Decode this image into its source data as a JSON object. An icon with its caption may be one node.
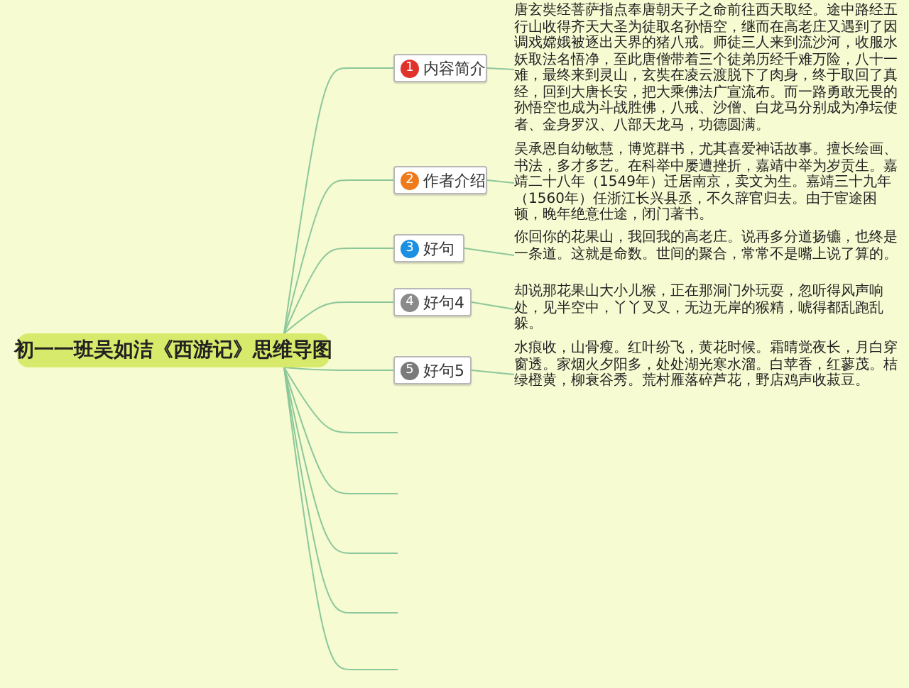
{
  "diagram": {
    "nodes": [
      {
        "text": [
          "初一一班吴如洁《西游记》思维导图"
        ]
      },
      {
        "text": [
          "1",
          "内容简介"
        ]
      },
      {
        "text": [
          "2",
          "作者介绍"
        ]
      },
      {
        "text": [
          "3",
          "好句"
        ]
      },
      {
        "text": [
          "4",
          "好句4"
        ]
      },
      {
        "text": [
          "5",
          "好句5"
        ]
      },
      {
        "text": [
          "唐玄奘经菩萨指点奉唐朝天子之命前往西天取经。途中路经五行山收得齐天大圣为徒取名孙悟空，继而在高老庄又遇到了因调戏嫦娥被逐出天界的猪八戒。师徒三人来到流沙河，收服水妖取法名悟净，至此唐僧带着三个徒弟历经千难万险，八十一难，最终来到灵山，玄奘在凌云渡脱下了肉身，终于取回了真经，回到大唐长安，把大乘佛法广宣流布。而一路勇敢无畏的孙悟空也成为斗战胜佛，八戒、沙僧、白龙马分别成为净坛使者、金身罗汉、八部天龙马，功德圆满。"
        ]
      },
      {
        "text": [
          "吴承恩自幼敏慧，博览群书，尤其喜爱神话故事。擅长绘画、书法，多才多艺。在科举中屡遭挫折，嘉靖中举为岁贡生。嘉靖二十八年（1549年）迁居南京，卖文为生。嘉靖三十九年（1560年）任浙江长兴县丞，不久辞官归去。由于宦途困顿，晚年绝意仕途，闭门著书。"
        ]
      },
      {
        "text": [
          "你回你的花果山，我回我的高老庄。说再多分道扬镳，也终是一条道。这就是命数。世间的聚合，常常不是嘴上说了算的。"
        ]
      },
      {
        "text": [
          "却说那花果山大小儿猴，正在那洞门外玩耍，忽听得风声响处，见半空中，丫丫叉叉，无边无岸的猴精，唬得都乱跑乱躲。"
        ]
      },
      {
        "text": [
          "水痕收，山骨瘦。红叶纷飞，黄花时候。霜晴觉夜长，月白穿窗透。家烟火夕阳多，处处湖光寒水溜。白苹香，红蓼茂。桔绿橙黄，柳衰谷秀。荒村雁落碎芦花，野店鸡声收菽豆。"
        ]
      }
    ],
    "edges": [
      {
        "from": 0,
        "to": 1,
        "arrow": "none"
      },
      {
        "from": 0,
        "to": 2,
        "arrow": "none"
      },
      {
        "from": 0,
        "to": 3,
        "arrow": "none"
      },
      {
        "from": 0,
        "to": 4,
        "arrow": "none"
      },
      {
        "from": 0,
        "to": 5,
        "arrow": "none"
      },
      {
        "from": 1,
        "to": 6,
        "arrow": "none"
      },
      {
        "from": 2,
        "to": 7,
        "arrow": "none"
      },
      {
        "from": 3,
        "to": 8,
        "arrow": "none"
      },
      {
        "from": 4,
        "to": 9,
        "arrow": "none"
      },
      {
        "from": 5,
        "to": 10,
        "arrow": "none"
      },
      {
        "from": 0,
        "to": null,
        "arrow": "none"
      },
      {
        "from": 0,
        "to": null,
        "arrow": "none"
      },
      {
        "from": 0,
        "to": null,
        "arrow": "none"
      },
      {
        "from": 0,
        "to": null,
        "arrow": "none"
      },
      {
        "from": 0,
        "to": null,
        "arrow": "none"
      }
    ]
  }
}
